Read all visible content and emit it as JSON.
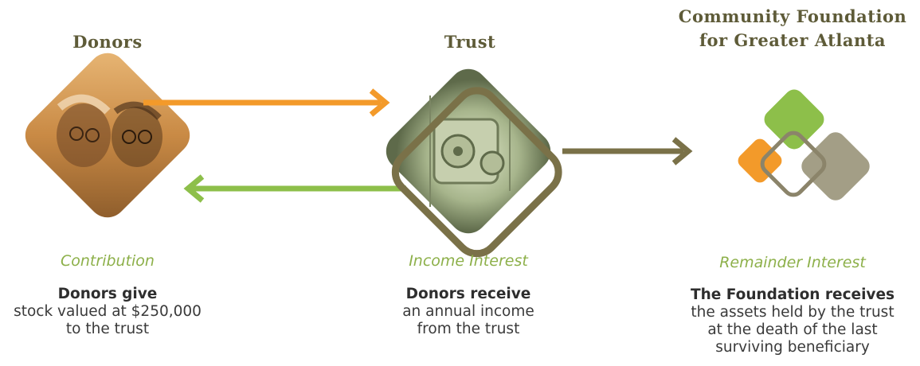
{
  "donors": {
    "title": "Donors",
    "label": "Contribution",
    "desc_strong": "Donors give",
    "desc_lines": [
      "stock valued at $250,000",
      "to the trust"
    ]
  },
  "trust": {
    "title": "Trust",
    "label": "Income Interest",
    "desc_strong": "Donors receive",
    "desc_lines": [
      "an annual income",
      "from the trust"
    ]
  },
  "foundation": {
    "title_lines": [
      "Community Foundation",
      "for Greater Atlanta"
    ],
    "label": "Remainder Interest",
    "desc_strong": "The Foundation receives",
    "desc_lines": [
      "the assets held by the trust",
      "at the death of the last",
      "surviving beneficiary"
    ]
  },
  "colors": {
    "orange": "#f39a2a",
    "green": "#8dbf4a",
    "olive": "#7a7148",
    "taupe": "#a39e86",
    "heading": "#5e5b38"
  },
  "icons": {
    "donors_photo": "elderly-couple-photo",
    "trust_photo": "bank-vault-photo",
    "foundation_logo": "overlapping-squares-logo"
  }
}
